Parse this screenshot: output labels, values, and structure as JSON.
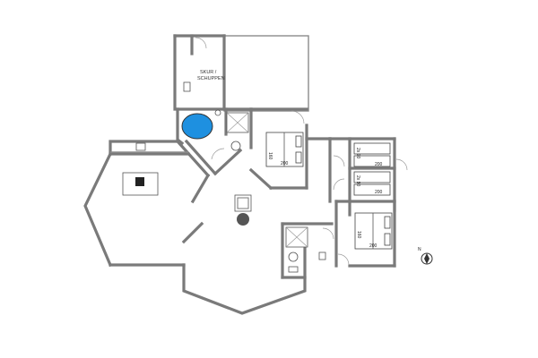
{
  "plan": {
    "room_labels": {
      "shed_line1": "SKUR /",
      "shed_line2": "SCHUPPEN"
    },
    "bed_dimensions": {
      "bed1_length": "200",
      "bed1_width": "160",
      "bunk1_length": "200",
      "bunk1_width": "2x 90",
      "bunk2_length": "200",
      "bunk2_width": "2x 90",
      "bed2_length": "200",
      "bed2_width": "160"
    },
    "compass": {
      "north_label": "N"
    },
    "colors": {
      "wall": "#7a7a7a",
      "pool_water": "#1e90e0",
      "stove": "#222222"
    }
  }
}
